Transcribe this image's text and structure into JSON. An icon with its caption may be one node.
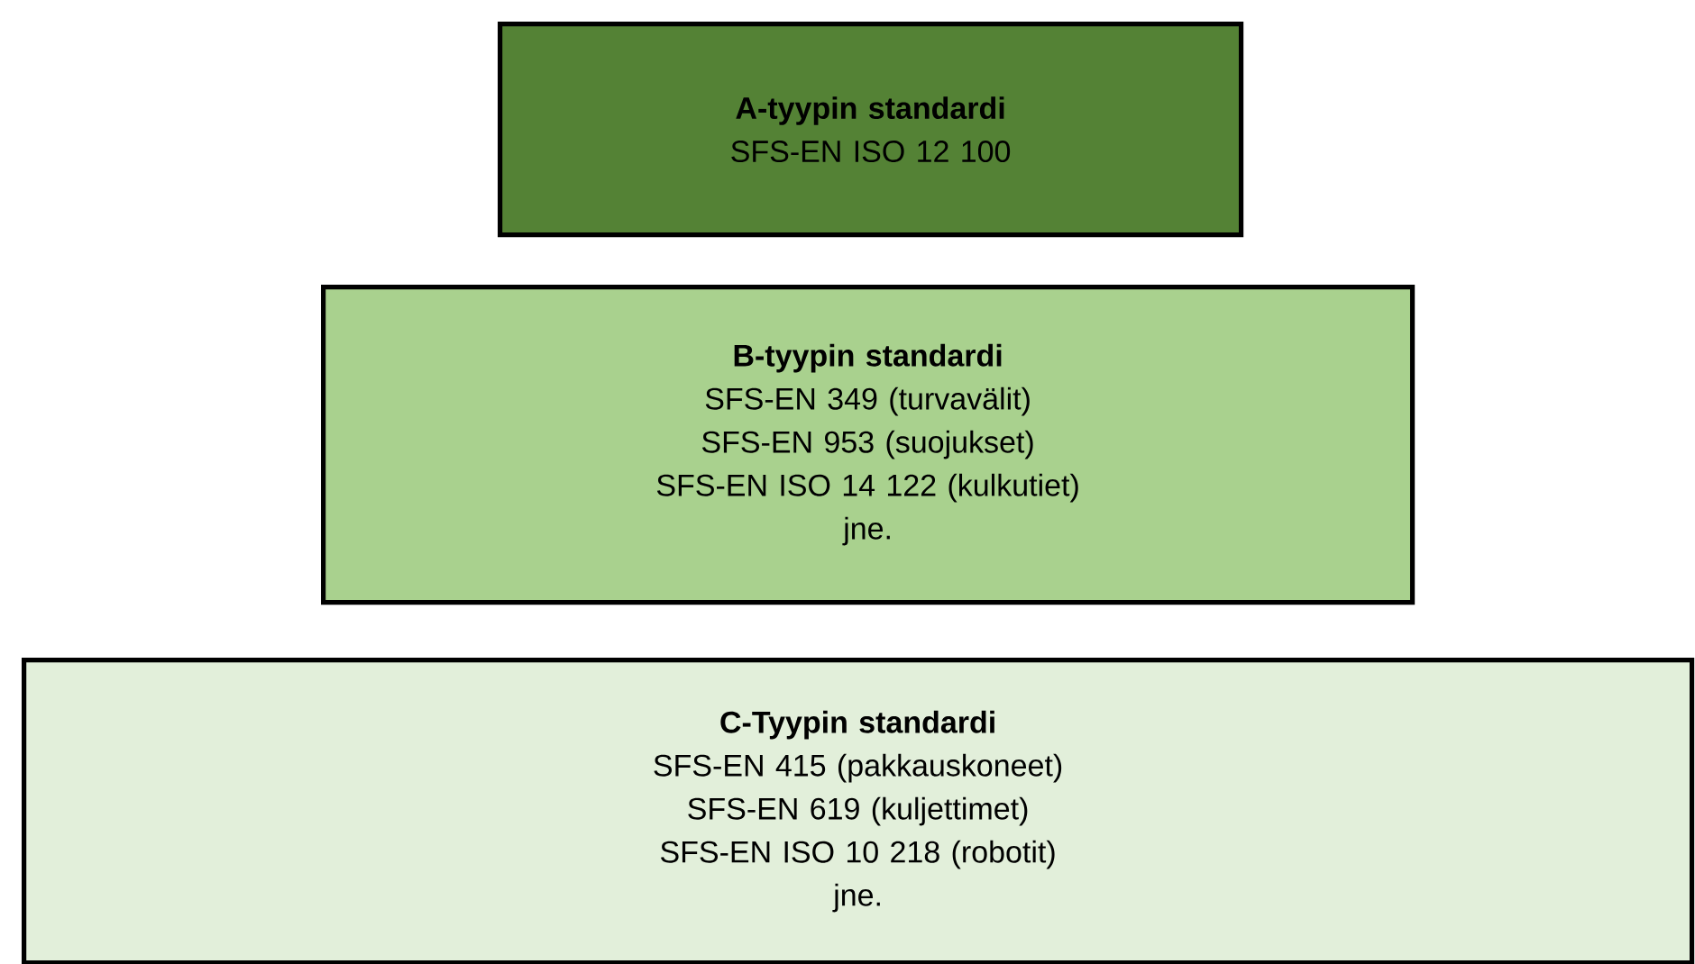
{
  "diagram": {
    "nodes": [
      {
        "text": [
          "A-tyypin standardi",
          "SFS-EN ISO 12 100"
        ]
      },
      {
        "text": [
          "B-tyypin standardi",
          "SFS-EN 349 (turvavälit)",
          "SFS-EN 953 (suojukset)",
          "SFS-EN ISO 14 122 (kulkutiet)",
          "jne."
        ]
      },
      {
        "text": [
          "C-Tyypin standardi",
          "SFS-EN 415 (pakkauskoneet)",
          "SFS-EN 619 (kuljettimet)",
          "SFS-EN ISO 10 218 (robotit)",
          "jne."
        ]
      }
    ]
  }
}
